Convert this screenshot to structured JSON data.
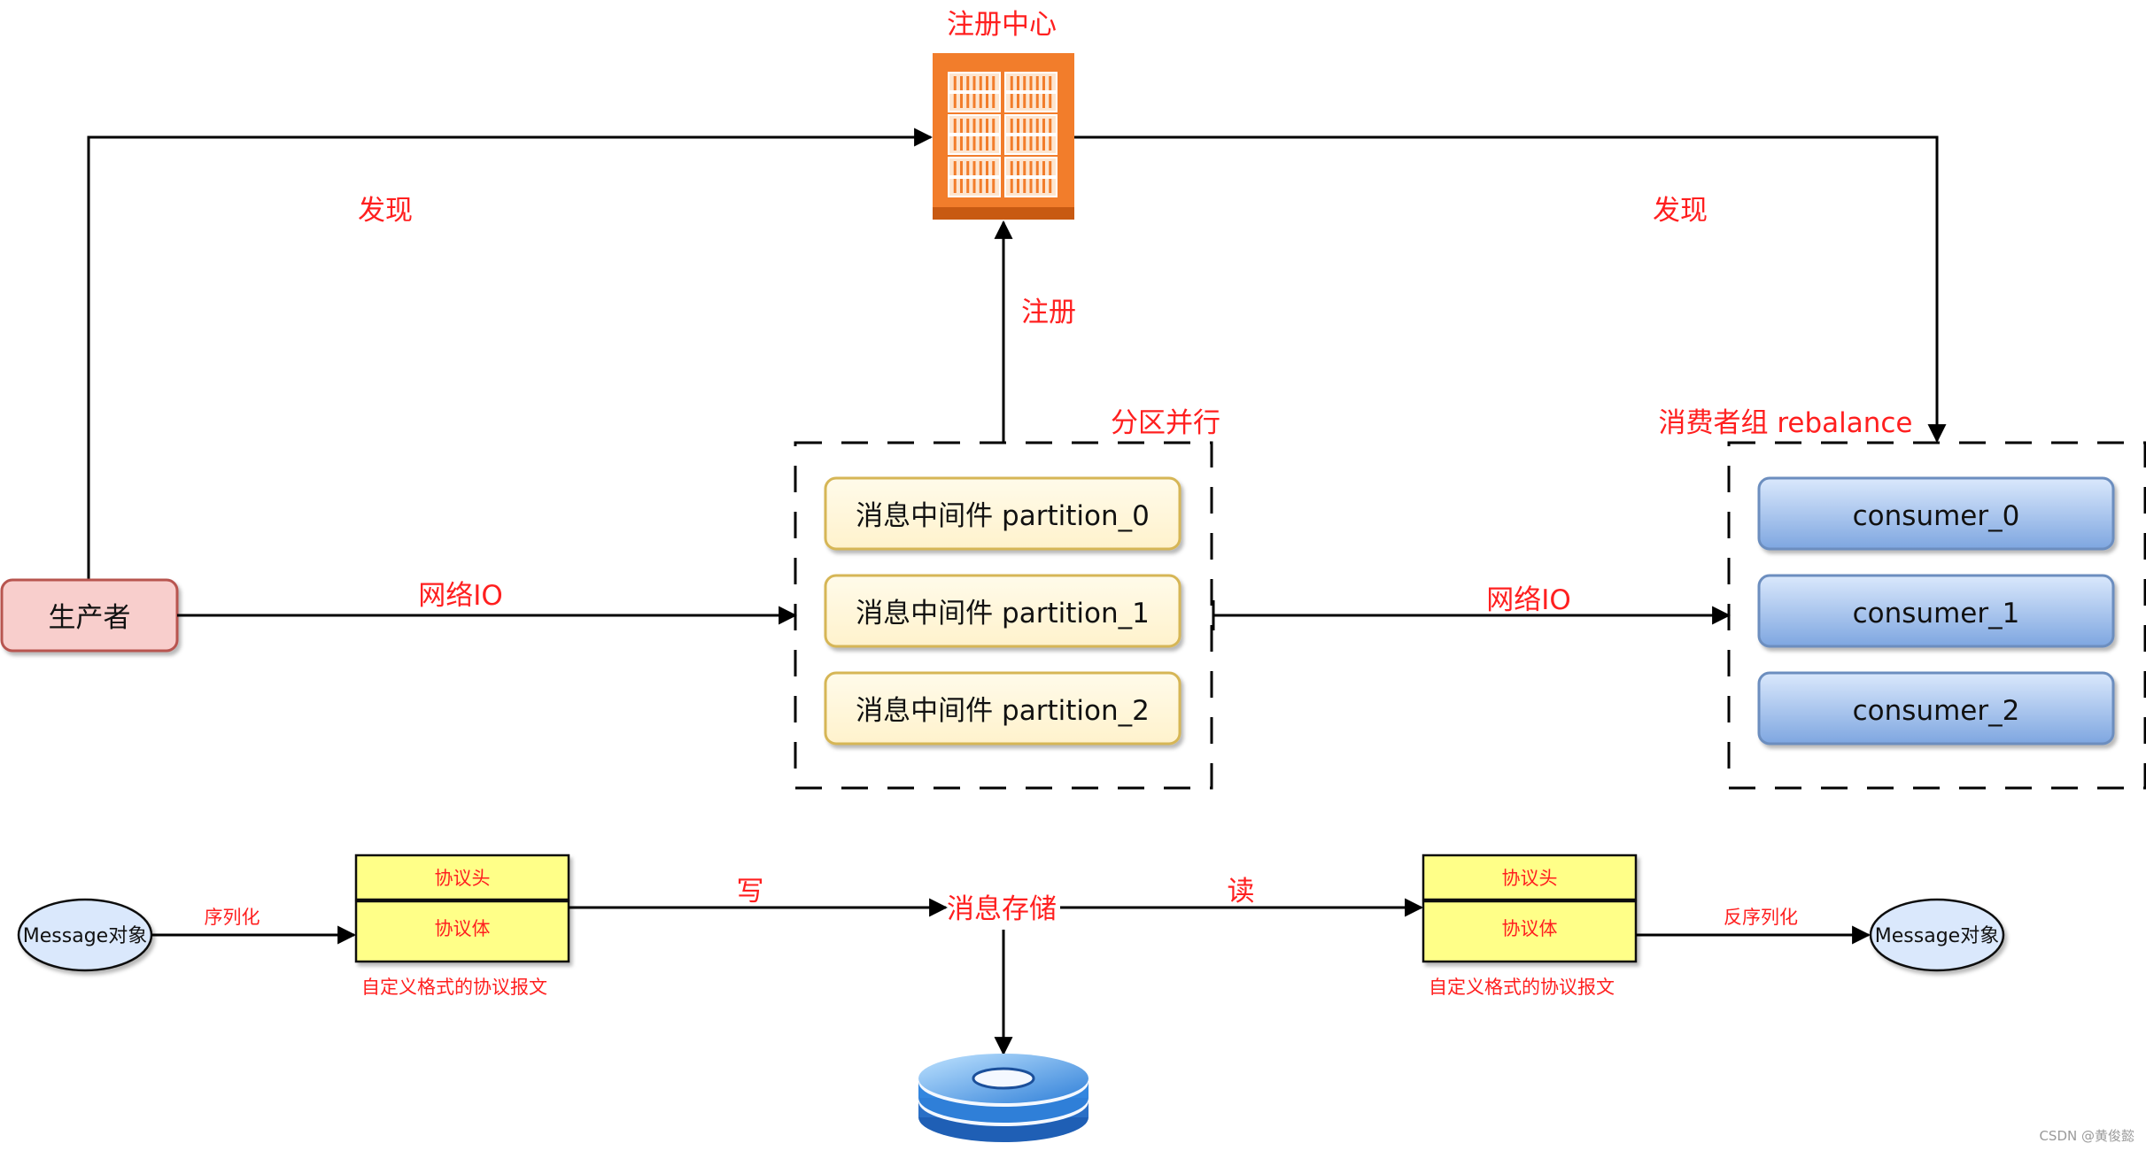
{
  "registry": {
    "title": "注册中心"
  },
  "edge_labels": {
    "discover_left": "发现",
    "discover_right": "发现",
    "register": "注册",
    "network_io_left": "网络IO",
    "network_io_right": "网络IO",
    "write": "写",
    "read": "读",
    "serialize": "序列化",
    "deserialize": "反序列化"
  },
  "producer": {
    "label": "生产者"
  },
  "partition_group": {
    "title": "分区并行",
    "items": [
      "消息中间件 partition_0",
      "消息中间件 partition_1",
      "消息中间件 partition_2"
    ]
  },
  "consumer_group": {
    "title": "消费者组 rebalance",
    "items": [
      "consumer_0",
      "consumer_1",
      "consumer_2"
    ]
  },
  "pipeline": {
    "message_left": "Message对象",
    "message_right": "Message对象",
    "packet_left": {
      "header": "协议头",
      "body": "协议体",
      "caption": "自定义格式的协议报文"
    },
    "packet_right": {
      "header": "协议头",
      "body": "协议体",
      "caption": "自定义格式的协议报文"
    },
    "storage": "消息存储"
  },
  "watermark": "CSDN @黄俊懿",
  "colors": {
    "label_red": "#ff1f1f",
    "registry_orange": "#f27d2b",
    "producer_fill": "#f8cecc",
    "producer_stroke": "#b85450",
    "partition_fill": "#fff2cc",
    "partition_stroke": "#d6b656",
    "consumer_fill": "#7ea6e0",
    "consumer_stroke": "#6c8ebf",
    "packet_fill": "#ffff88",
    "ellipse_fill": "#dae8fc",
    "disk_blue": "#3d8de0"
  }
}
